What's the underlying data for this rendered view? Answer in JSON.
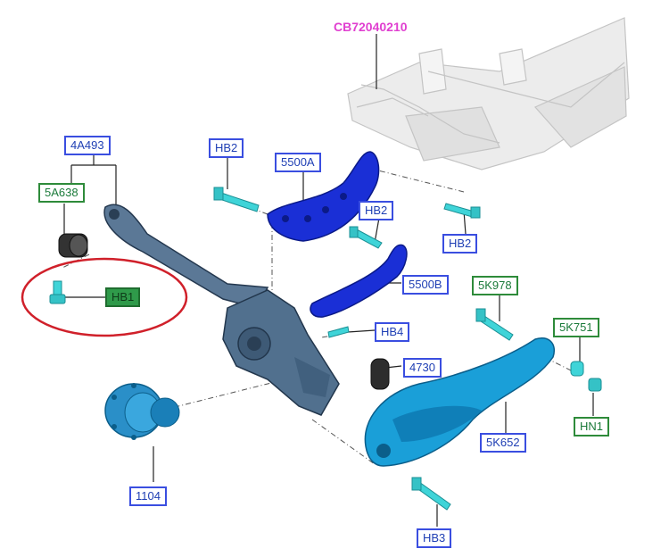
{
  "labels": {
    "cb72040210": "CB72040210",
    "4a493": "4A493",
    "5a638": "5A638",
    "hb1": "HB1",
    "hb2_top": "HB2",
    "5500a": "5500A",
    "hb2_mid": "HB2",
    "hb2_right": "HB2",
    "5500b": "5500B",
    "5k978": "5K978",
    "5k751": "5K751",
    "hb4": "HB4",
    "4730": "4730",
    "hn1": "HN1",
    "5k652": "5K652",
    "1104": "1104",
    "hb3": "HB3"
  },
  "colors": {
    "callout_blue": "#1f3fb4",
    "callout_green": "#1b7a3a",
    "callout_magenta": "#e040d0",
    "highlight_circle": "#d0202a",
    "subframe": "#e6e6e6",
    "knuckle": "#4a6a88",
    "arms": "#1a2fd6",
    "lower_arm": "#1a9fd8",
    "fasteners": "#3fd4d8"
  }
}
